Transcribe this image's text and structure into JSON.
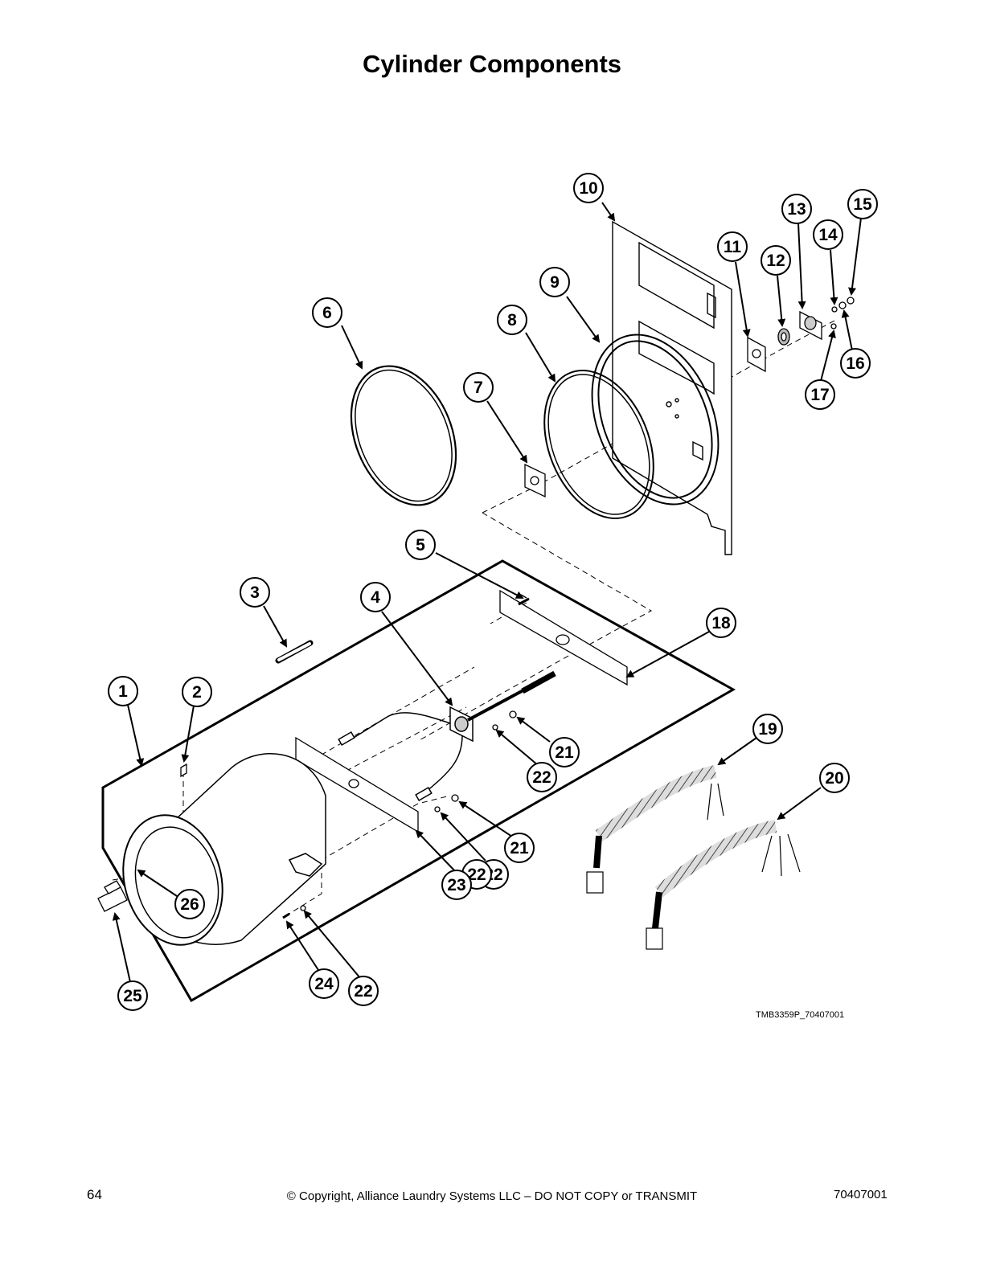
{
  "page": {
    "title": "Cylinder Components",
    "figure_ref": "TMB3359P_70407001",
    "page_number": "64",
    "copyright": "© Copyright, Alliance Laundry Systems LLC – DO NOT COPY or TRANSMIT",
    "doc_number": "70407001"
  },
  "callouts": [
    "1",
    "2",
    "3",
    "4",
    "5",
    "6",
    "7",
    "8",
    "9",
    "10",
    "11",
    "12",
    "13",
    "14",
    "15",
    "16",
    "17",
    "18",
    "19",
    "20",
    "21",
    "21",
    "22",
    "22",
    "22",
    "22",
    "23",
    "24",
    "25",
    "26"
  ]
}
